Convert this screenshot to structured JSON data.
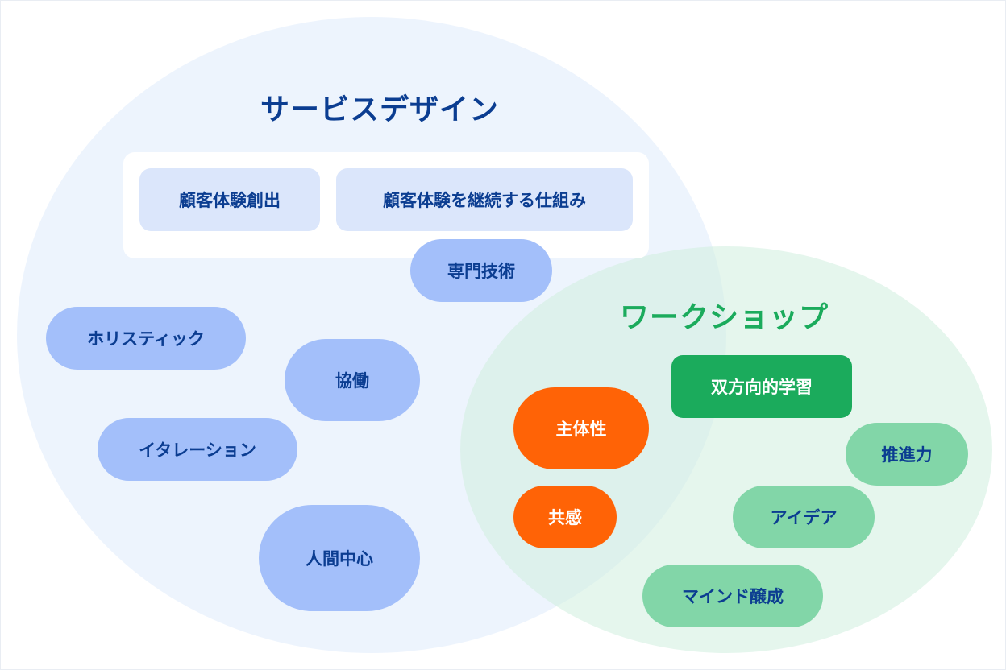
{
  "service_design": {
    "title": "サービスデザイン",
    "core_items": [
      "顧客体験創出",
      "顧客体験を継続する仕組み"
    ],
    "items": [
      "専門技術",
      "ホリスティック",
      "協働",
      "イタレーション",
      "人間中心"
    ]
  },
  "workshop": {
    "title": "ワークショップ",
    "items": [
      "双方向的学習",
      "推進力",
      "アイデア",
      "マインド醸成"
    ]
  },
  "shared": {
    "items": [
      "主体性",
      "共感"
    ]
  },
  "colors": {
    "navy_text": "#0b3d91",
    "light_blue_circle": "#e1ecfc",
    "light_green_circle": "#d0eede",
    "blue_pill": "#a3bffa",
    "orange_pill": "#ff6306",
    "green_dark": "#1bab5c",
    "green_light": "#82d6a8"
  }
}
